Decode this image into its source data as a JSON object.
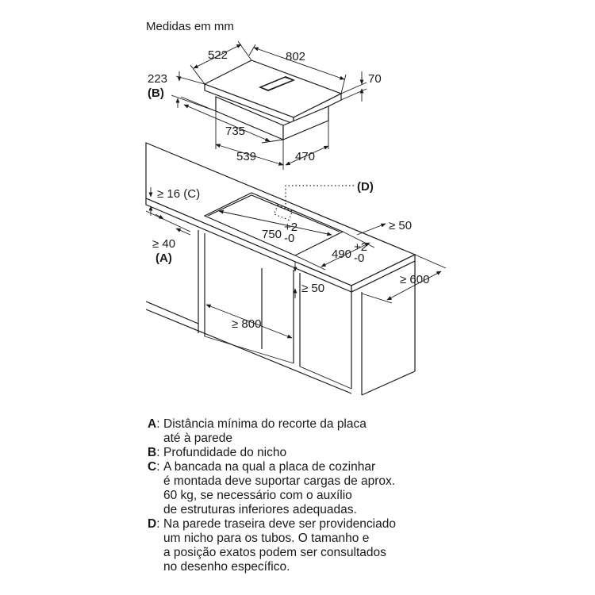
{
  "diagram": {
    "title": "Medidas em mm",
    "hob_dimensions": {
      "depth": "522",
      "width": "802",
      "niche_depth": "223",
      "niche_depth_key": "(B)",
      "height": "70",
      "body_width": "735",
      "body_depth_front": "539",
      "body_depth_side": "470"
    },
    "installation": {
      "worktop_load_label": "≥ 16 (C)",
      "pipe_niche_key": "(D)",
      "cutout_width_main": "750",
      "cutout_width_tol_plus": "+2",
      "cutout_width_tol_minus": "-0",
      "cutout_depth_main": "490",
      "cutout_depth_tol_plus": "+2",
      "cutout_depth_tol_minus": "-0",
      "side_clearance": "≥ 50",
      "wall_distance": "≥ 40",
      "wall_distance_key": "(A)",
      "front_clearance": "≥ 50",
      "worktop_depth": "≥ 600",
      "cabinet_width": "≥ 800"
    }
  },
  "legend": [
    {
      "key": "A",
      "text": "Distância mínima do recorte da placa\naté à parede"
    },
    {
      "key": "B",
      "text": "Profundidade do nicho"
    },
    {
      "key": "C",
      "text": "A bancada na qual a placa de cozinhar\né montada deve suportar cargas de aprox.\n60 kg, se necessário com o auxílio\nde estruturas inferiores adequadas."
    },
    {
      "key": "D",
      "text": "Na parede traseira deve ser providenciado\num nicho para os tubos. O tamanho e\na posição exatos podem ser consultados\nno desenho específico."
    }
  ]
}
